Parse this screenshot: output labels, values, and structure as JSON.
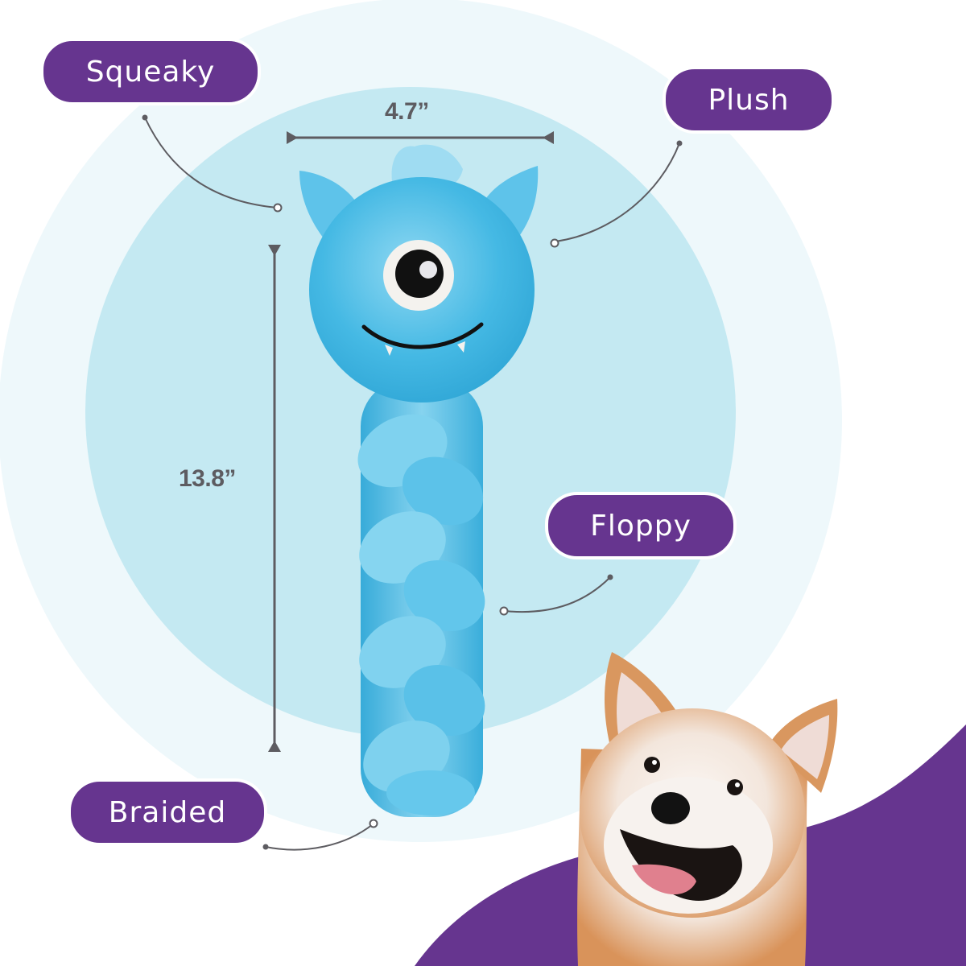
{
  "colors": {
    "outer_circle": "#eef8fb",
    "inner_circle": "#c4e9f2",
    "brand_purple": "#66358f",
    "dimension_gray": "#5d5c61",
    "toy_blue": "#3fb8e4",
    "toy_blue_light": "#7fd2ef"
  },
  "features": [
    {
      "id": "squeaky",
      "label": "Squeaky"
    },
    {
      "id": "plush",
      "label": "Plush"
    },
    {
      "id": "floppy",
      "label": "Floppy"
    },
    {
      "id": "braided",
      "label": "Braided"
    }
  ],
  "dimensions": {
    "width": "4.7”",
    "height": "13.8”"
  },
  "product": {
    "image": "blue-one-eyed-monster-braided-plush-toy",
    "dog_image": "smiling-shiba-inu"
  }
}
